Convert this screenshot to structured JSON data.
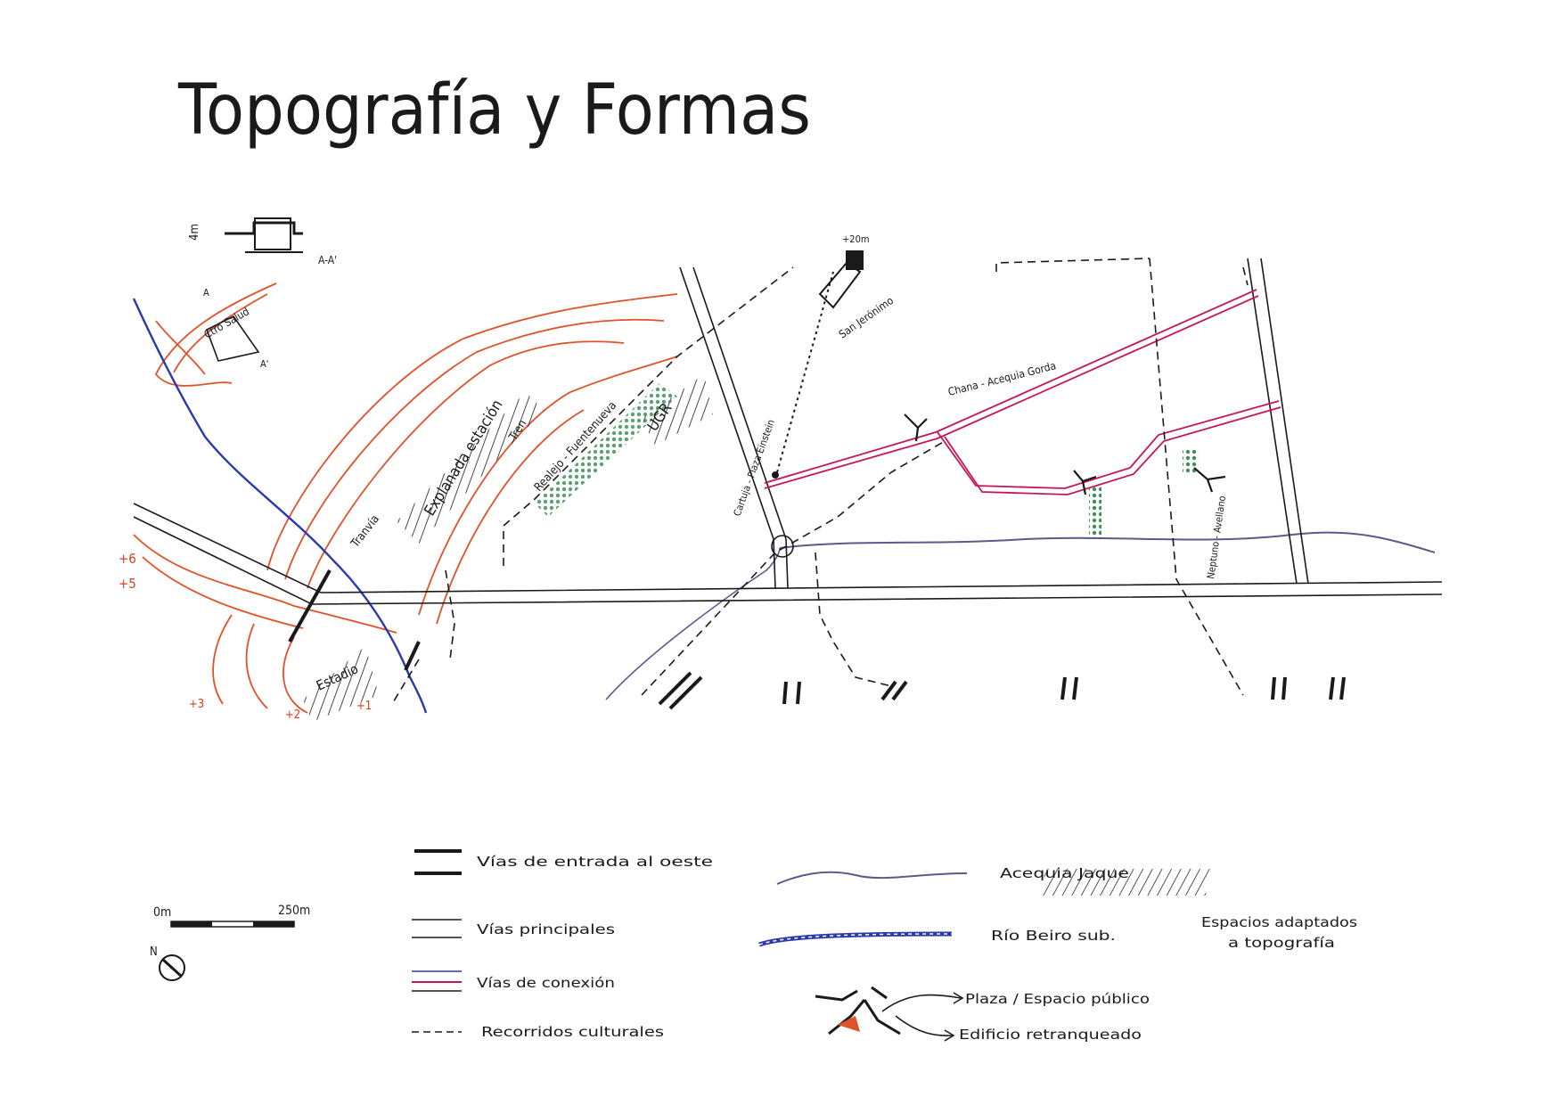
{
  "title": "Topografía y Formas",
  "colors": {
    "ink": "#1a1a1a",
    "contour": "#e0522a",
    "acequia": "#5a5a8c",
    "river": "#2a3aa8",
    "connection": "#c2185b",
    "vegetation": "#3f8f5a"
  },
  "section": {
    "height": "4m",
    "label": "A-A'"
  },
  "map_labels": {
    "ctro_salud": "Ctro Salud",
    "a_mark": "A",
    "a_prime_mark": "A'",
    "tranvia": "Tranvía",
    "explanada": "Explanada estación",
    "tren": "Tren",
    "realejo": "Realejo - Fuentenueva",
    "ugr": "UGR",
    "cartuja": "Cartuja - Plaza Einstein",
    "san_jeronimo": "San Jerónimo",
    "height_20m": "+20m",
    "chana": "Chana - Acequia Gorda",
    "neptuno": "Neptuno - Avellano",
    "estadio": "Estadio"
  },
  "contour_levels": [
    "+6",
    "+5",
    "+3",
    "+2",
    "+1"
  ],
  "scale": {
    "start": "0m",
    "end": "250m"
  },
  "north": "N",
  "legend": {
    "entry_roads": "Vías de entrada al oeste",
    "main_roads": "Vías principales",
    "connection_roads": "Vías de conexión",
    "cultural_routes": "Recorridos culturales",
    "acequia": "Acequia Jaque",
    "river": "Río Beiro sub.",
    "adapted_l1": "Espacios adaptados",
    "adapted_l2": "a topografía",
    "plaza": "Plaza / Espacio público",
    "setback": "Edificio retranqueado"
  }
}
